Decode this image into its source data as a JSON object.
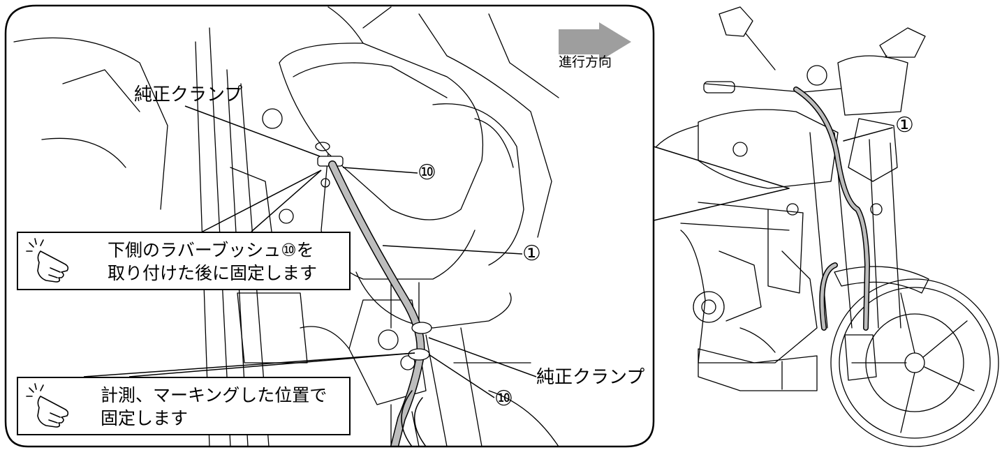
{
  "direction": {
    "label": "進行方向"
  },
  "detail": {
    "clamp_label_top": "純正クランプ",
    "clamp_label_bottom": "純正クランプ",
    "ref_hose": "①",
    "ref_bush_top": "⑩",
    "ref_bush_bottom": "⑩"
  },
  "notes": [
    {
      "lines": [
        "下側のラバーブッシュ⑩を",
        "取り付けた後に固定します"
      ],
      "icon": "pointing-hand-icon"
    },
    {
      "lines": [
        "計測、マーキングした位置で",
        "固定します"
      ],
      "icon": "pointing-hand-icon"
    }
  ],
  "overview": {
    "ref_hose": "①"
  },
  "colors": {
    "hose": "#bdbdbd",
    "arrow": "#9e9e9e",
    "line": "#000000"
  }
}
